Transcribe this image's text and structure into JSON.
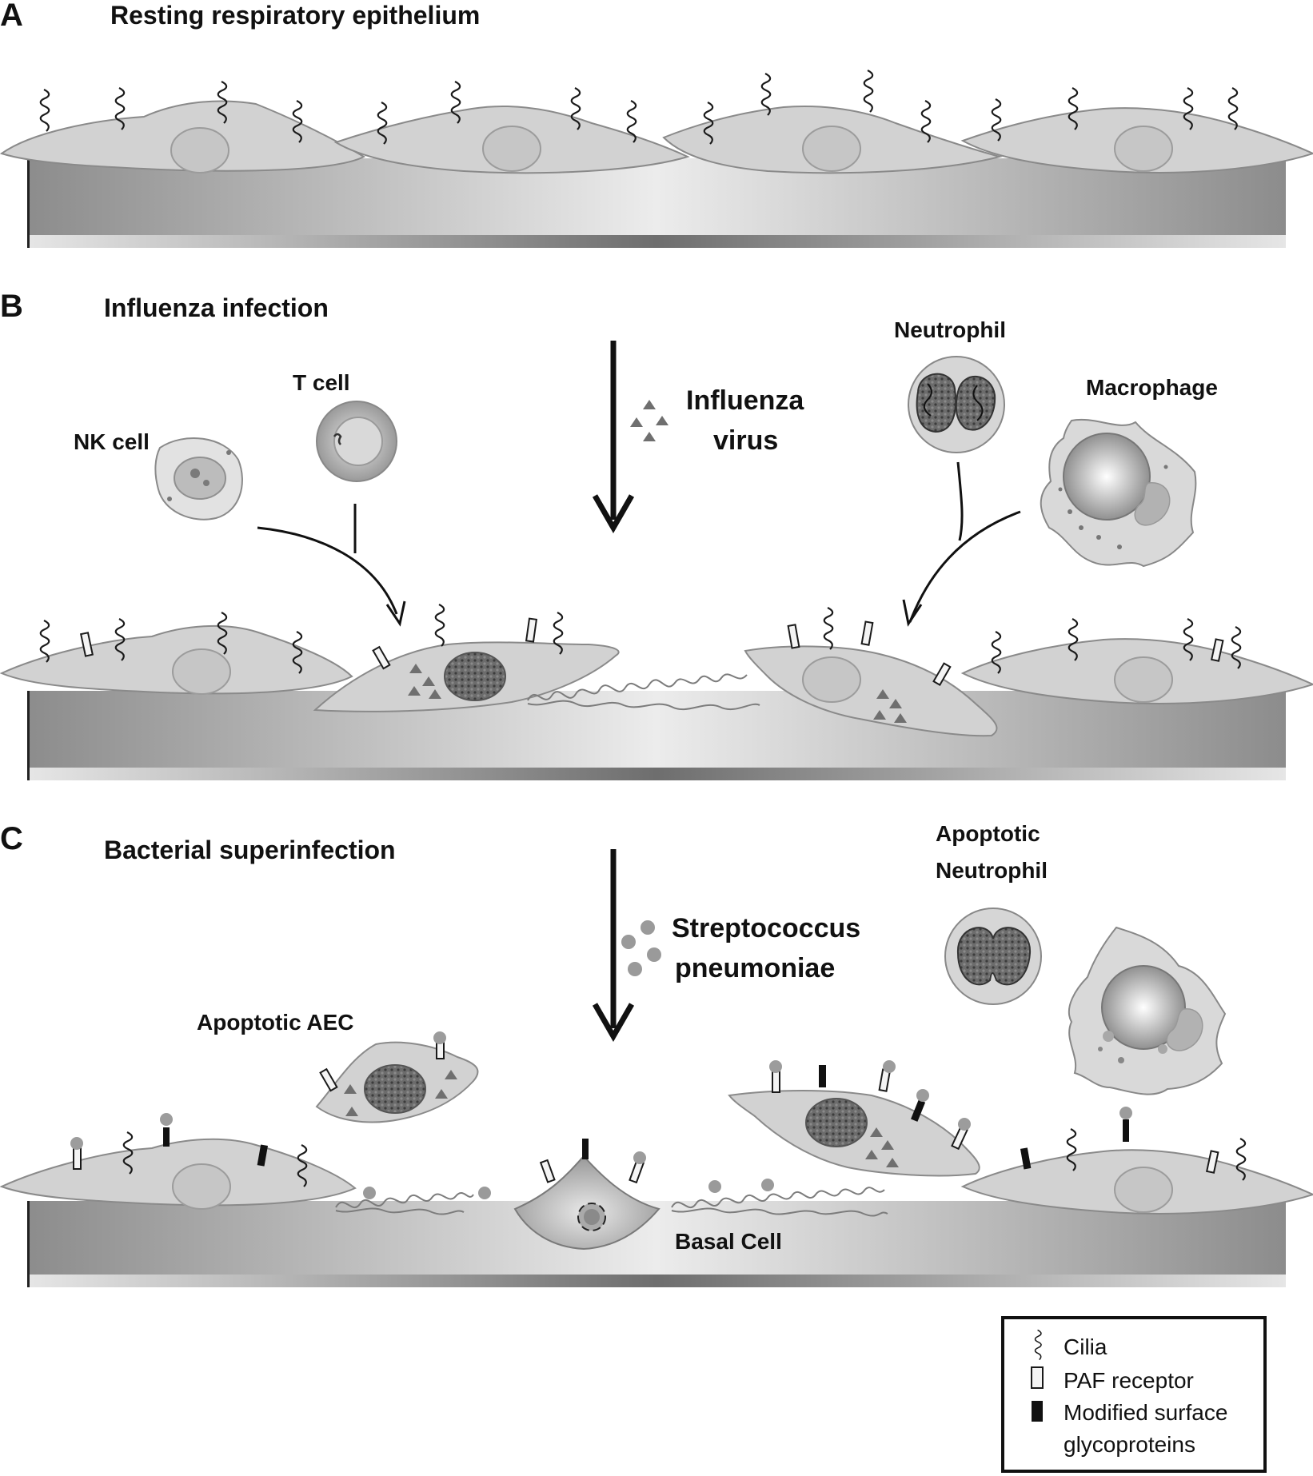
{
  "panels": [
    {
      "letter": "A",
      "title": "Resting respiratory epithelium"
    },
    {
      "letter": "B",
      "title": "Influenza infection"
    },
    {
      "letter": "C",
      "title": "Bacterial superinfection"
    }
  ],
  "panel_b": {
    "nk_cell": "NK cell",
    "t_cell": "T cell",
    "virus_line1": "Influenza",
    "virus_line2": "virus",
    "neutrophil": "Neutrophil",
    "macrophage": "Macrophage"
  },
  "panel_c": {
    "bacteria_line1": "Streptococcus",
    "bacteria_line2": "pneumoniae",
    "apoptotic_neutrophil_line1": "Apoptotic",
    "apoptotic_neutrophil_line2": "Neutrophil",
    "apoptotic_aec": "Apoptotic AEC",
    "basal_cell": "Basal Cell"
  },
  "legend": {
    "items": [
      {
        "icon": "cilia-icon",
        "label": "Cilia"
      },
      {
        "icon": "paf-receptor-icon",
        "label": "PAF receptor"
      },
      {
        "icon": "modified-glycoprotein-icon",
        "label": "Modified surface"
      }
    ],
    "continuation": "glycoproteins"
  },
  "colors": {
    "cell_fill": "#d2d2d2",
    "tissue_dark": "#8c8c8c",
    "tissue_light": "#ededed",
    "ink": "#111111"
  }
}
